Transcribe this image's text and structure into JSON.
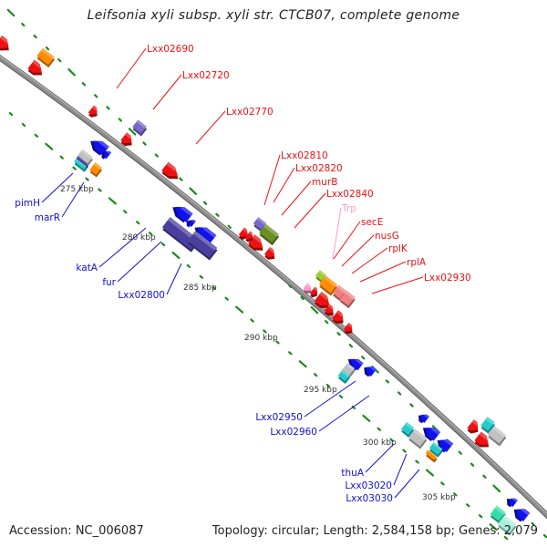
{
  "title": "Leifsonia xyli subsp. xyli str. CTCB07, complete genome",
  "footer": {
    "accession": "Accession: NC_006087",
    "topology": "Topology: circular; Length: 2,584,158 bp; Genes: 2,079"
  },
  "colors": {
    "backbone": "#8c8c8c",
    "tick": "#1a8a1a",
    "forward_label": "#ee1111",
    "reverse_label": "#1111cc",
    "trna_label": "#ff99cc"
  },
  "scale_ticks": [
    "275 kbp",
    "280 kbp",
    "285 kbp",
    "290 kbp",
    "295 kbp",
    "300 kbp",
    "305 kbp"
  ],
  "forward_labels": [
    "Lxx02690",
    "Lxx02720",
    "Lxx02770",
    "Lxx02810",
    "Lxx02820",
    "murB",
    "Lxx02840",
    "Trp",
    "secE",
    "nusG",
    "rplK",
    "rplA",
    "Lxx02930"
  ],
  "reverse_labels": [
    "pimH",
    "marR",
    "katA",
    "fur",
    "Lxx02800",
    "Lxx02950",
    "Lxx02960",
    "thuA",
    "Lxx03020",
    "Lxx03030"
  ],
  "feature_colors": {
    "cds_forward": "#ee1111",
    "cds_reverse": "#1111ee",
    "orange": "#ff8c00",
    "slate": "#4a3f9e",
    "lavender": "#7766cc",
    "olive": "#6b8e23",
    "pink": "#f08080",
    "lime": "#9acd32",
    "cyan": "#22cccc",
    "gray": "#c0c0c0",
    "mint": "#33ddaa",
    "trna": "#ff99cc"
  }
}
